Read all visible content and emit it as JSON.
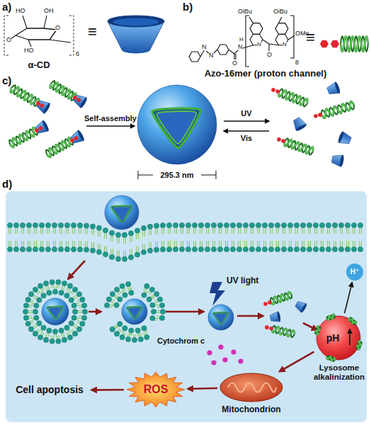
{
  "diagram": {
    "nodes": [
      {
        "text": [
          "H⁺"
        ]
      },
      {
        "text": [
          "pH",
          "Lysosome alkalinization"
        ]
      },
      {
        "text": [
          "Mitochondrion"
        ]
      },
      {
        "text": [
          "ROS"
        ]
      },
      {
        "text": [
          "Cell apoptosis"
        ]
      }
    ],
    "edges": [
      {
        "from": 1,
        "to": 0,
        "arrow": "to"
      },
      {
        "from": 1,
        "to": 2,
        "arrow": "to"
      },
      {
        "from": 2,
        "to": 3,
        "arrow": "to"
      },
      {
        "from": 3,
        "to": 4,
        "arrow": "to"
      }
    ],
    "labels": [
      "a)",
      "HO",
      "OH",
      "HO",
      "O",
      "O",
      "6",
      "α-CD",
      "b)",
      "OiBu",
      "OiBu",
      "N",
      "N",
      "H",
      "N",
      "O",
      "N",
      "N",
      "O",
      "OMe",
      "8",
      "Azo-16mer (proton channel)",
      "c)",
      "Self-assembly",
      "UV",
      "Vis",
      "295.3 nm",
      "d)",
      "UV light",
      "Cytochrom c",
      "≡",
      "≡"
    ]
  }
}
